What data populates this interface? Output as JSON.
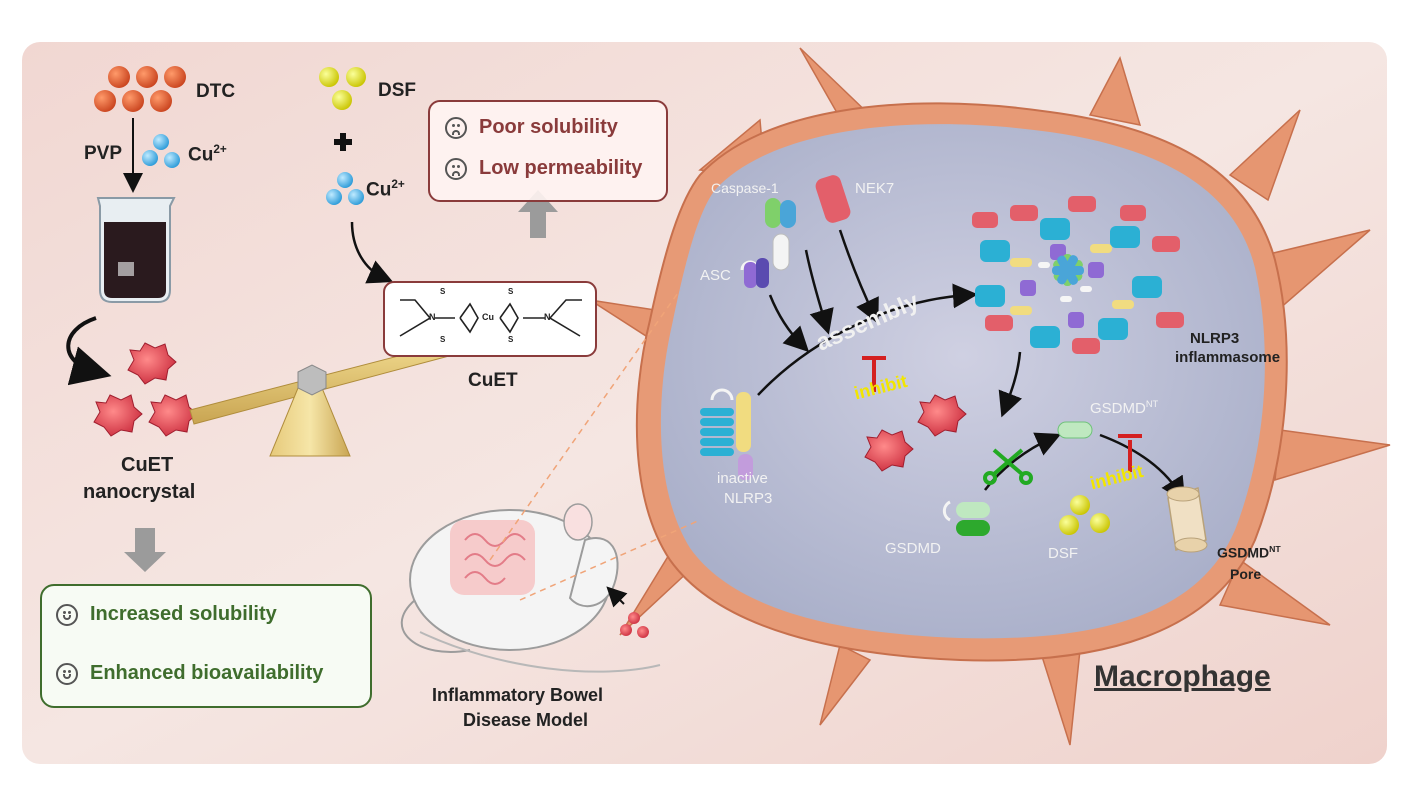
{
  "left_panel": {
    "dtc": "DTC",
    "pvp": "PVP",
    "cu_left": "Cu",
    "cu_left_sup": "2+",
    "dsf_top": "DSF",
    "cu_mid": "Cu",
    "cu_mid_sup": "2+",
    "poor_solubility": "Poor solubility",
    "low_permeability": "Low permeability",
    "cuet_label": "CuET",
    "cuet_nano_line1": "CuET",
    "cuet_nano_line2": "nanocrystal",
    "increased_solubility": "Increased solubility",
    "enhanced_bioavailability": "Enhanced bioavailability",
    "ibd_line1": "Inflammatory Bowel",
    "ibd_line2": "Disease Model",
    "molecule": {
      "s": "S",
      "n": "N",
      "cu": "Cu"
    }
  },
  "macrophage": {
    "title": "Macrophage",
    "caspase": "Caspase-1",
    "nek7": "NEK7",
    "asc": "ASC",
    "assembly": "assembly",
    "inhibit_1": "inhibit",
    "inhibit_2": "inhibit",
    "nlrp3_line1": "NLRP3",
    "nlrp3_line2": "inflammasome",
    "inactive_line1": "inactive",
    "inactive_line2": "NLRP3",
    "gsdmd_nt": "GSDMD",
    "gsdmd_nt_sup": "NT",
    "gsdmd": "GSDMD",
    "dsf": "DSF",
    "pore_line1": "GSDMD",
    "pore_line1_sup": "NT",
    "pore_line2": "Pore"
  },
  "colors": {
    "background": "#f3dcd6",
    "membrane": "#e79a76",
    "cytoplasm": "#b9bdd4",
    "poor_box": "#8a3b3b",
    "good_box": "#3f6d2d",
    "inhibit_red": "#d42020",
    "inhibit_yellow": "#f2e600"
  },
  "icons": [
    "sad-face-icon",
    "smile-face-icon",
    "scissors-icon",
    "plus-icon",
    "beaker-icon",
    "seesaw-icon",
    "mouse-icon"
  ]
}
